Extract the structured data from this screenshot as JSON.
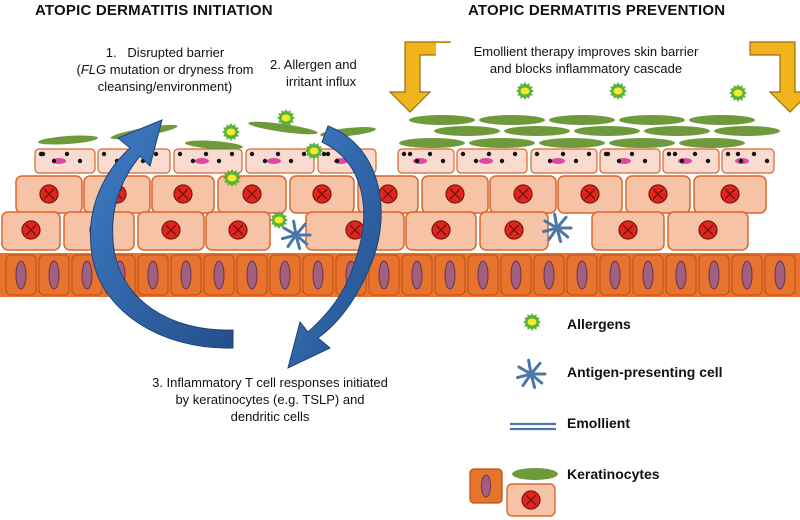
{
  "titles": {
    "initiation": "ATOPIC DERMATITIS INITIATION",
    "prevention": "ATOPIC DERMATITIS PREVENTION"
  },
  "steps": {
    "step1_num": "1.",
    "step1_line1": "Disrupted barrier",
    "step1_gene": "FLG",
    "step1_line2_rest": " mutation or dryness from",
    "step1_line3": "cleansing/environment)",
    "step2_line1": "2. Allergen and",
    "step2_line2": "irritant influx",
    "step3_line1": "3.   Inflammatory T cell responses initiated",
    "step3_line2": "by keratinocytes (e.g. TSLP) and",
    "step3_line3": "dendritic cells"
  },
  "prevention_note": {
    "line1": "Emollient therapy improves skin barrier",
    "line2": "and blocks inflammatory cascade"
  },
  "legend": {
    "allergens": "Allergens",
    "apc": "Antigen-presenting cell",
    "emollient": "Emollient",
    "keratinocytes": "Keratinocytes"
  },
  "colors": {
    "cell_fill": "#f7c3a6",
    "cell_stroke": "#d9662a",
    "basal_fill": "#e8732c",
    "basal_nucleus": "#a0607e",
    "nucleus_red": "#e0251d",
    "granular_fill": "#fadbd0",
    "granule_pink": "#d94aa3",
    "corneocyte_green": "#6e9a3c",
    "allergen_green": "#58b13a",
    "allergen_yellow": "#f3ea2a",
    "arrow_blue": "#2f67ad",
    "apc_blue": "#4c75a8",
    "arrow_gold": "#f0b51c"
  }
}
